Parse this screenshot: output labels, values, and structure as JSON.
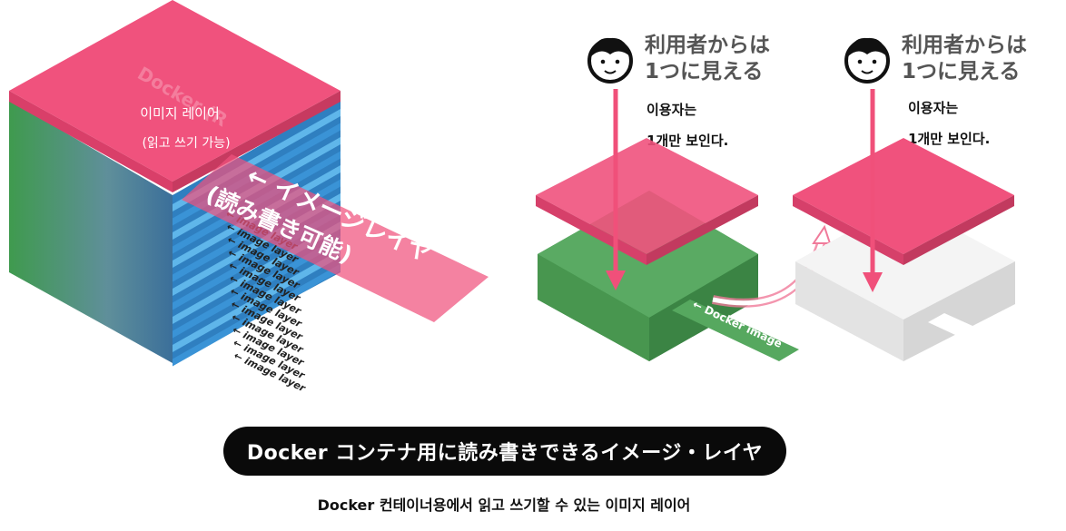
{
  "left_stack": {
    "top_label_line1": "이미지 레이어",
    "top_label_line2": "(읽고 쓰기 가능)",
    "ghost_text": "Docker (R",
    "banner_line1": "← イメージレイヤ",
    "banner_line2": "(読み書き可能)",
    "image_layer_label": "← image layer",
    "image_layer_count": 12
  },
  "middle_panel": {
    "heading_line1": "利用者からは",
    "heading_line2": "1つに見える",
    "note_line1": "이용자는",
    "note_line2": "1개만 보인다.",
    "docker_image_label": "← Docker image"
  },
  "right_panel": {
    "heading_line1": "利用者からは",
    "heading_line2": "1つに見える",
    "note_line1": "이용자는",
    "note_line2": "1개만 보인다."
  },
  "title": "Docker コンテナ用に読み書きできるイメージ・レイヤ",
  "caption": "Docker 컨테이너용에서 읽고 쓰기할 수 있는 이미지 레이어",
  "colors": {
    "pink": "#f0527d",
    "pink_arrow": "#f0507a",
    "green": "#56a85f",
    "blue": "#3fa0e0",
    "gray": "#ececec",
    "black": "#0a0a0a"
  }
}
